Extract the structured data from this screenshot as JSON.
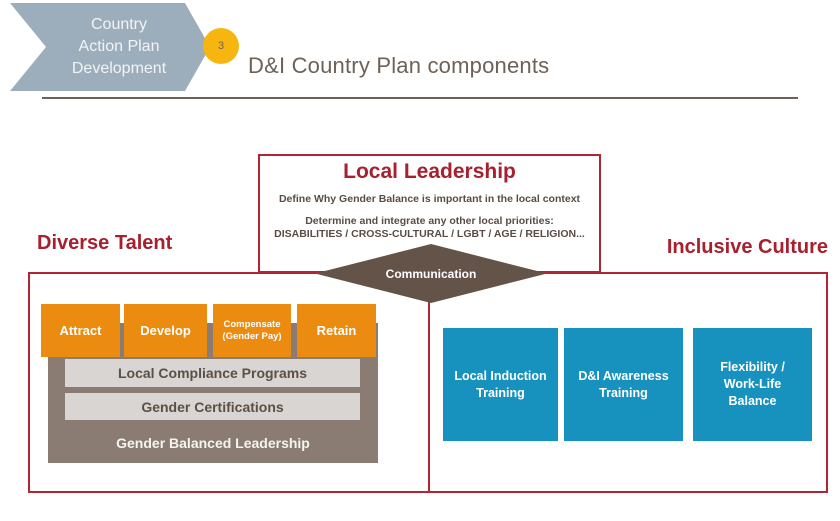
{
  "header": {
    "chevron_label": "Country\nAction Plan\nDevelopment",
    "step_number": "3",
    "title": "D&I Country Plan components"
  },
  "local_leadership": {
    "title": "Local Leadership",
    "subtitle": "Define Why Gender Balance is important in the local context",
    "priorities_intro": "Determine and integrate any other local  priorities:",
    "priorities_list": "DISABILITIES  / CROSS-CULTURAL / LGBT /  AGE / RELIGION..."
  },
  "communication_label": "Communication",
  "diverse_talent": {
    "title": "Diverse Talent",
    "pillars": [
      "Attract",
      "Develop",
      "Compensate\n(Gender Pay)",
      "Retain"
    ],
    "layers": [
      "Local Compliance Programs",
      "Gender Certifications"
    ],
    "foundation": "Gender Balanced Leadership"
  },
  "inclusive_culture": {
    "title": "Inclusive Culture",
    "items": [
      "Local Induction\nTraining",
      "D&I Awareness\nTraining",
      "Flexibility /\nWork-Life\nBalance"
    ]
  },
  "colors": {
    "accent_red_border": "#b22532",
    "heading_red": "#a81f2e",
    "pillar_orange": "#eb8c10",
    "training_blue": "#1791be",
    "foundation_taupe": "#8a7c72",
    "diamond_brown": "#645349",
    "chevron_gray_blue": "#9caebb",
    "badge_yellow": "#f6b60f",
    "title_gray": "#6e6158",
    "body_text_brown": "#5a4c45",
    "layer_gray": "#d8d5d2"
  }
}
